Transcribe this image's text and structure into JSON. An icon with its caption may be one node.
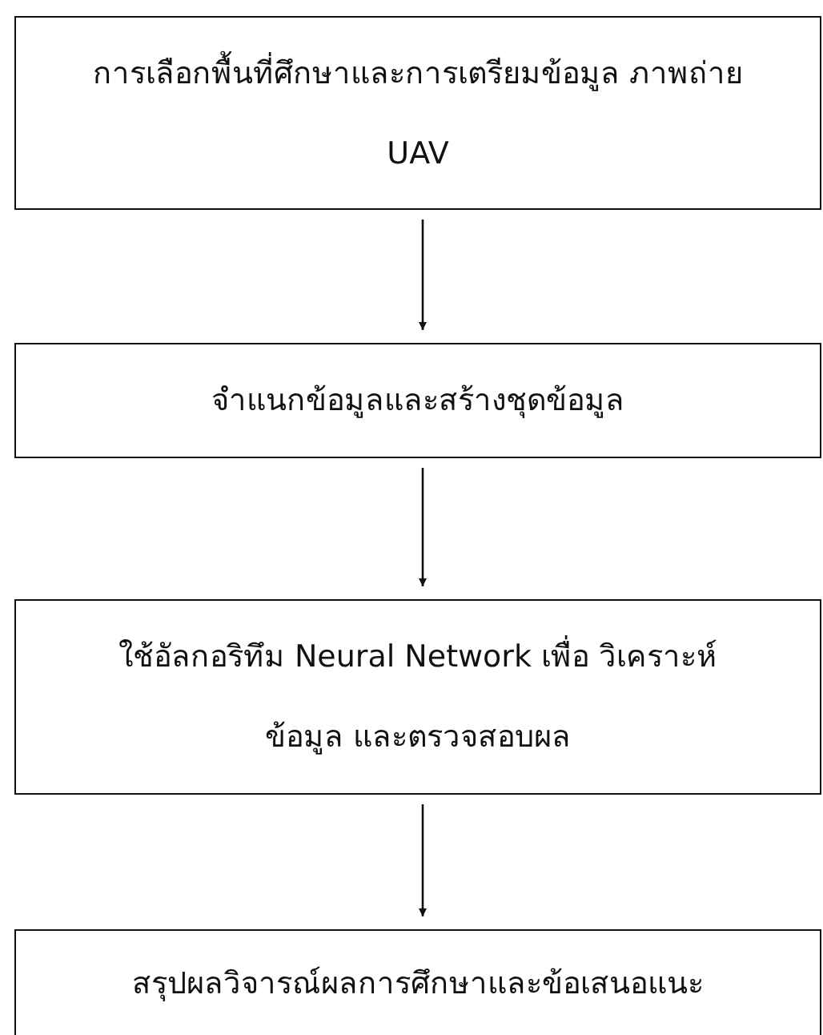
{
  "diagram": {
    "nodes": [
      {
        "text": [
          "การเลือกพื้นที่ศึกษาและการเตรียมข้อมูล ภาพถ่าย UAV"
        ]
      },
      {
        "text": [
          "จำแนกข้อมูลและสร้างชุดข้อมูล"
        ]
      },
      {
        "text": [
          "ใช้อัลกอริทึม Neural Network เพื่อ วิเคราะห์ข้อมูล และตรวจสอบผล"
        ]
      },
      {
        "text": [
          "สรุปผลวิจารณ์ผลการศึกษาและข้อเสนอแนะ"
        ]
      }
    ],
    "edges": [
      {
        "from": 0,
        "to": 1,
        "arrow": "to"
      },
      {
        "from": 1,
        "to": 2,
        "arrow": "to"
      },
      {
        "from": 2,
        "to": 3,
        "arrow": "to"
      }
    ]
  }
}
